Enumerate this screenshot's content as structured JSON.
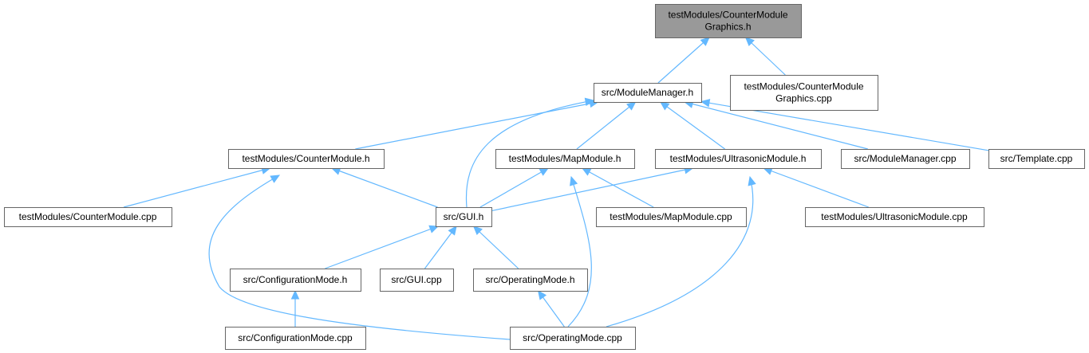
{
  "graph": {
    "colors": {
      "edge": "#63b8ff",
      "node_border": "#666666",
      "root_fill": "#999999",
      "node_fill": "#ffffff"
    },
    "nodes": {
      "cmg_h": {
        "lines": [
          "testModules/CounterModule",
          "Graphics.h"
        ],
        "root": true
      },
      "mm_h": {
        "lines": [
          "src/ModuleManager.h"
        ]
      },
      "cmg_cpp": {
        "lines": [
          "testModules/CounterModule",
          "Graphics.cpp"
        ]
      },
      "cm_h": {
        "lines": [
          "testModules/CounterModule.h"
        ]
      },
      "map_h": {
        "lines": [
          "testModules/MapModule.h"
        ]
      },
      "us_h": {
        "lines": [
          "testModules/UltrasonicModule.h"
        ]
      },
      "mm_cpp": {
        "lines": [
          "src/ModuleManager.cpp"
        ]
      },
      "tpl_cpp": {
        "lines": [
          "src/Template.cpp"
        ]
      },
      "cm_cpp": {
        "lines": [
          "testModules/CounterModule.cpp"
        ]
      },
      "gui_h": {
        "lines": [
          "src/GUI.h"
        ]
      },
      "map_cpp": {
        "lines": [
          "testModules/MapModule.cpp"
        ]
      },
      "us_cpp": {
        "lines": [
          "testModules/UltrasonicModule.cpp"
        ]
      },
      "cfg_h": {
        "lines": [
          "src/ConfigurationMode.h"
        ]
      },
      "gui_cpp": {
        "lines": [
          "src/GUI.cpp"
        ]
      },
      "op_h": {
        "lines": [
          "src/OperatingMode.h"
        ]
      },
      "cfg_cpp": {
        "lines": [
          "src/ConfigurationMode.cpp"
        ]
      },
      "op_cpp": {
        "lines": [
          "src/OperatingMode.cpp"
        ]
      }
    },
    "edges": [
      {
        "from": "mm_h",
        "to": "cmg_h"
      },
      {
        "from": "cmg_cpp",
        "to": "cmg_h"
      },
      {
        "from": "cm_h",
        "to": "mm_h"
      },
      {
        "from": "map_h",
        "to": "mm_h"
      },
      {
        "from": "us_h",
        "to": "mm_h"
      },
      {
        "from": "mm_cpp",
        "to": "mm_h"
      },
      {
        "from": "tpl_cpp",
        "to": "mm_h"
      },
      {
        "from": "gui_h",
        "to": "mm_h"
      },
      {
        "from": "cm_cpp",
        "to": "cm_h"
      },
      {
        "from": "gui_h",
        "to": "cm_h"
      },
      {
        "from": "op_cpp",
        "to": "cm_h"
      },
      {
        "from": "gui_h",
        "to": "map_h"
      },
      {
        "from": "map_cpp",
        "to": "map_h"
      },
      {
        "from": "op_cpp",
        "to": "map_h"
      },
      {
        "from": "gui_h",
        "to": "us_h"
      },
      {
        "from": "us_cpp",
        "to": "us_h"
      },
      {
        "from": "op_cpp",
        "to": "us_h"
      },
      {
        "from": "cfg_h",
        "to": "gui_h"
      },
      {
        "from": "gui_cpp",
        "to": "gui_h"
      },
      {
        "from": "op_h",
        "to": "gui_h"
      },
      {
        "from": "cfg_cpp",
        "to": "cfg_h"
      },
      {
        "from": "op_cpp",
        "to": "op_h"
      }
    ]
  }
}
